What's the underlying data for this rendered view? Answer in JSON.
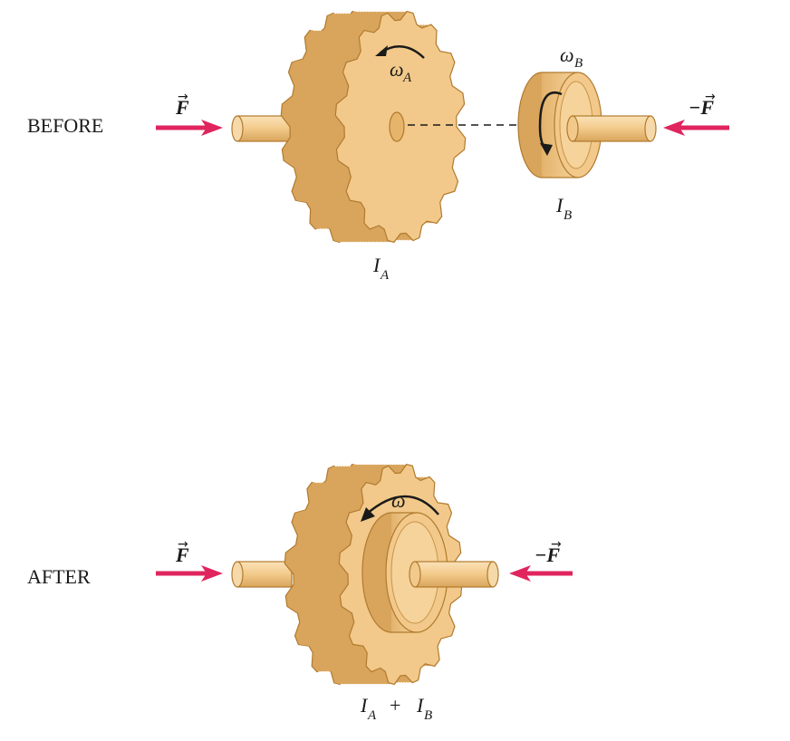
{
  "before": {
    "label": "BEFORE",
    "force_left": "F",
    "force_right_sign": "−",
    "force_right": "F",
    "omega_a": "ω",
    "omega_a_sub": "A",
    "omega_b": "ω",
    "omega_b_sub": "B",
    "inertia_a": "I",
    "inertia_a_sub": "A",
    "inertia_b": "I",
    "inertia_b_sub": "B"
  },
  "after": {
    "label": "AFTER",
    "force_left": "F",
    "force_right_sign": "−",
    "force_right": "F",
    "omega": "ω",
    "inertia_a": "I",
    "inertia_a_sub": "A",
    "plus": "+",
    "inertia_b": "I",
    "inertia_b_sub": "B"
  },
  "colors": {
    "gear_fill": "#f2c98a",
    "gear_dark": "#d9a55c",
    "gear_outline": "#b07a2e",
    "arrow_force": "#e0245e",
    "text": "#1a1a1a"
  }
}
